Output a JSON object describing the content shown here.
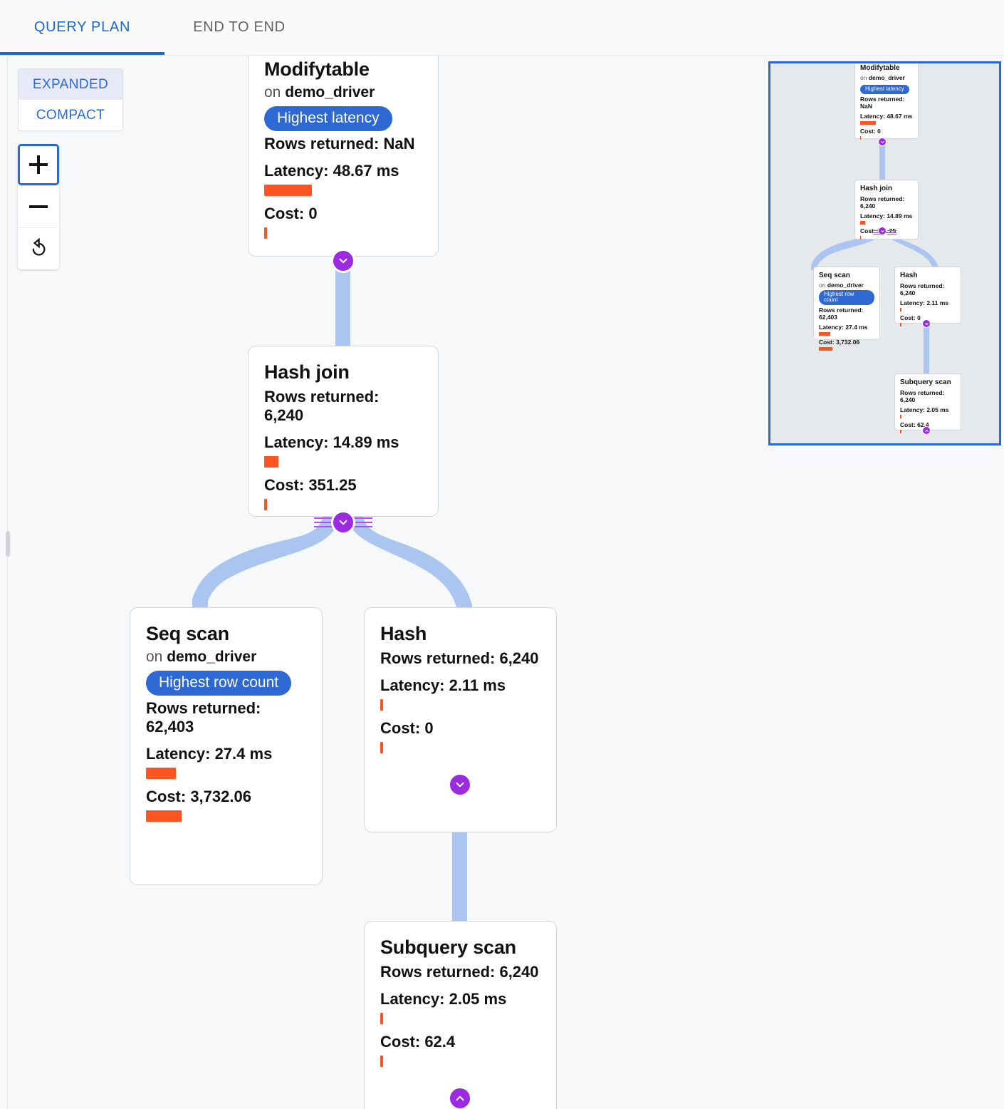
{
  "tabs": [
    {
      "id": "query-plan",
      "label": "QUERY PLAN",
      "active": true
    },
    {
      "id": "end-to-end",
      "label": "END TO END",
      "active": false
    }
  ],
  "controls": {
    "mode": {
      "expanded_label": "EXPANDED",
      "compact_label": "COMPACT",
      "selected": "EXPANDED"
    },
    "zoom": {
      "zoom_in_label": "+",
      "zoom_out_label": "−",
      "reset_label": "reset-icon"
    }
  },
  "colors": {
    "accent_blue": "#2a6ad6",
    "tab_active": "#1967d2",
    "badge_blue": "#2e68d3",
    "bar_orange": "#fb5423",
    "edge_blue": "#aac6f0",
    "connector_purple": "#9b2ae0",
    "minimap_bg": "#e6e9ec",
    "minimap_border": "#2a68d4"
  },
  "labels": {
    "rows_returned": "Rows returned:",
    "latency": "Latency:",
    "cost": "Cost:",
    "on_prefix": "on"
  },
  "plan": {
    "nodes": [
      {
        "id": "modifytable",
        "title": "Modifytable",
        "relation": "demo_driver",
        "on_text": "on demo_driver",
        "badge": "Highest latency",
        "rows_returned": "Rows returned: NaN",
        "latency": "Latency: 48.67 ms",
        "latency_bar_pct": 27,
        "cost": "Cost: 0",
        "cost_bar_pct": 1.5
      },
      {
        "id": "hash-join",
        "title": "Hash join",
        "relation": null,
        "on_text": null,
        "badge": null,
        "rows_returned": "Rows returned: 6,240",
        "latency": "Latency: 14.89 ms",
        "latency_bar_pct": 8,
        "cost": "Cost: 351.25",
        "cost_bar_pct": 1.5
      },
      {
        "id": "seq-scan",
        "title": "Seq scan",
        "relation": "demo_driver",
        "on_text": "on demo_driver",
        "badge": "Highest row count",
        "rows_returned": "Rows returned: 62,403",
        "latency": "Latency: 27.4 ms",
        "latency_bar_pct": 17,
        "cost": "Cost: 3,732.06",
        "cost_bar_pct": 20
      },
      {
        "id": "hash",
        "title": "Hash",
        "relation": null,
        "on_text": null,
        "badge": null,
        "rows_returned": "Rows returned: 6,240",
        "latency": "Latency: 2.11 ms",
        "latency_bar_pct": 1.5,
        "cost": "Cost: 0",
        "cost_bar_pct": 1.5
      },
      {
        "id": "subquery-scan",
        "title": "Subquery scan",
        "relation": null,
        "on_text": null,
        "badge": null,
        "rows_returned": "Rows returned: 6,240",
        "latency": "Latency: 2.05 ms",
        "latency_bar_pct": 1.5,
        "cost": "Cost: 62.4",
        "cost_bar_pct": 1.5
      }
    ],
    "edges": [
      {
        "from": "modifytable",
        "to": "hash-join",
        "connector": "chevron-down-icon"
      },
      {
        "from": "hash-join",
        "to": "seq-scan",
        "connector": "chevron-down-icon"
      },
      {
        "from": "hash-join",
        "to": "hash",
        "connector": "chevron-down-icon"
      },
      {
        "from": "hash",
        "to": "subquery-scan",
        "connector": "chevron-down-icon"
      },
      {
        "from": "subquery-scan",
        "to": null,
        "connector": "chevron-up-icon"
      }
    ]
  },
  "minimap": {
    "name": "plan-minimap"
  }
}
